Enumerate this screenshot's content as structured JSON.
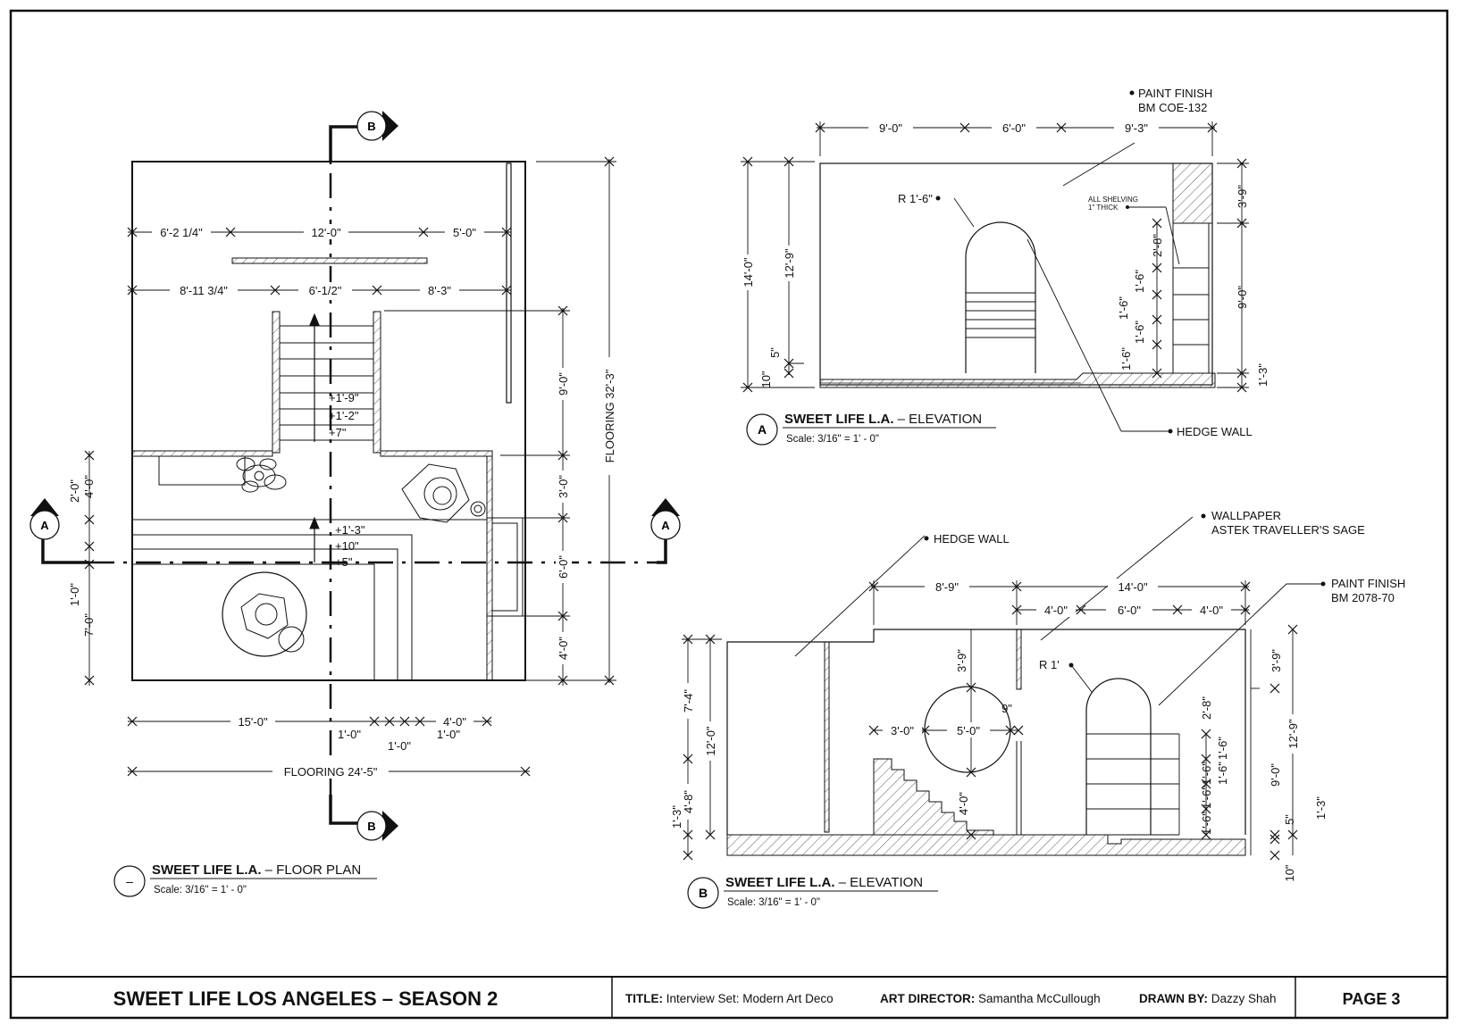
{
  "floor_plan": {
    "dims": {
      "top1": "6'-2 1/4\"",
      "top2": "12'-0\"",
      "top3": "5'-0\"",
      "row2a": "8'-11 3/4\"",
      "row2b": "6'-1/2\"",
      "row2c": "8'-3\"",
      "r9": "9'-0\"",
      "r3": "3'-0\"",
      "r6": "6'-0\"",
      "r4": "4'-0\"",
      "flooring_v": "FLOORING 32'-3\"",
      "l2": "2'-0\"",
      "l4": "4'-0\"",
      "l1": "1'-0\"",
      "l7": "7'-0\"",
      "b15": "15'-0\"",
      "b1a": "1'-0\"",
      "b1b": "1'-0\"",
      "b1c": "1'-0\"",
      "b4": "4'-0\"",
      "flooring_h": "FLOORING 24'-5\""
    },
    "elev": {
      "e1": "+1'-9\"",
      "e2": "+1'-2\"",
      "e3": "+7\"",
      "e4": "+1'-3\"",
      "e5": "+10\"",
      "e6": "+5\""
    },
    "title_bold": "SWEET LIFE L.A.",
    "title_rest": " – FLOOR PLAN",
    "scale": "Scale:  3/16\" = 1' - 0\"",
    "marker": "–",
    "section_a": "A",
    "section_b": "B"
  },
  "elev_a": {
    "paint_finish": "PAINT FINISH",
    "paint_code": "BM COE-132",
    "dims": {
      "d1": "9'-0\"",
      "d2": "6'-0\"",
      "d3": "9'-3\"",
      "h14": "14'-0\"",
      "h12": "12'-9\"",
      "h5": "5\"",
      "h10": "10\"",
      "r39": "3'-9\"",
      "r90": "9'-0\"",
      "r13": "1'-3\"",
      "s28": "2'-8\"",
      "s16a": "1'-6\"",
      "s16b": "1'-6\"",
      "s16c": "1'-6\"",
      "s16d": "1'-6\""
    },
    "radius": "R 1'-6\"",
    "shelving1": "ALL SHELVING",
    "shelving2": "1\" THICK",
    "hedge": "HEDGE WALL",
    "title_bold": "SWEET LIFE L.A.",
    "title_rest": " – ELEVATION",
    "scale": "Scale:  3/16\" = 1' - 0\"",
    "marker": "A"
  },
  "elev_b": {
    "hedge": "HEDGE WALL",
    "wallpaper": "WALLPAPER",
    "wallpaper_name": "ASTEK TRAVELLER'S SAGE",
    "paint_finish": "PAINT FINISH",
    "paint_code": "BM 2078-70",
    "dims": {
      "d89": "8'-9\"",
      "d14": "14'-0\"",
      "d4a": "4'-0\"",
      "d6": "6'-0\"",
      "d4b": "4'-0\"",
      "c39": "3'-9\"",
      "c30": "3'-0\"",
      "c50": "5'-0\"",
      "c9": "9\"",
      "c40": "4'-0\"",
      "h74": "7'-4\"",
      "h12": "12'-0\"",
      "h48": "4'-8\"",
      "h13": "1'-3\"",
      "s28": "2'-8\"",
      "s16a": "1'-6\"",
      "s16b": "1'-6\"",
      "s16c": "1'-6\"",
      "s16d": "1'-6\"",
      "s16e": "1'-6\"",
      "r39": "3'-9\"",
      "r90": "9'-0\"",
      "r129": "12'-9\"",
      "r5": "5\"",
      "r13": "1'-3\"",
      "r10": "10\""
    },
    "radius": "R 1'",
    "title_bold": "SWEET LIFE L.A.",
    "title_rest": " – ELEVATION",
    "scale": "Scale:  3/16\" = 1' - 0\"",
    "marker": "B"
  },
  "title_block": {
    "project": "SWEET LIFE LOS ANGELES – SEASON 2",
    "title_label": "TITLE:",
    "title_value": "Interview Set: Modern Art Deco",
    "art_label": "ART DIRECTOR:",
    "art_value": "Samantha McCullough",
    "drawn_label": "DRAWN BY:",
    "drawn_value": "Dazzy Shah",
    "page": "PAGE 3"
  }
}
